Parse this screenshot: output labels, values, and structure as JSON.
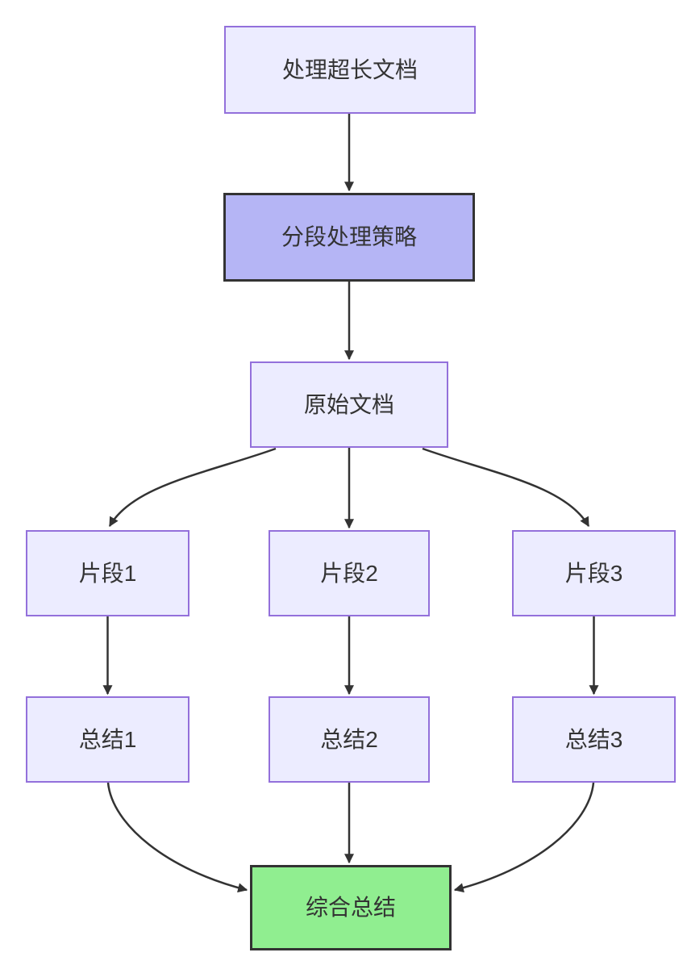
{
  "diagram": {
    "type": "flowchart",
    "direction": "top-down",
    "nodes": [
      {
        "id": "A",
        "label": "处理超长文档",
        "style": "default"
      },
      {
        "id": "B",
        "label": "分段处理策略",
        "style": "strategy"
      },
      {
        "id": "C",
        "label": "原始文档",
        "style": "default"
      },
      {
        "id": "D",
        "label": "片段1",
        "style": "default"
      },
      {
        "id": "E",
        "label": "片段2",
        "style": "default"
      },
      {
        "id": "F",
        "label": "片段3",
        "style": "default"
      },
      {
        "id": "G",
        "label": "总结1",
        "style": "default"
      },
      {
        "id": "H",
        "label": "总结2",
        "style": "default"
      },
      {
        "id": "I",
        "label": "总结3",
        "style": "default"
      },
      {
        "id": "J",
        "label": "综合总结",
        "style": "result"
      }
    ],
    "edges": [
      {
        "from": "处理超长文档",
        "to": "分段处理策略"
      },
      {
        "from": "分段处理策略",
        "to": "原始文档"
      },
      {
        "from": "原始文档",
        "to": "片段1"
      },
      {
        "from": "原始文档",
        "to": "片段2"
      },
      {
        "from": "原始文档",
        "to": "片段3"
      },
      {
        "from": "片段1",
        "to": "总结1"
      },
      {
        "from": "片段2",
        "to": "总结2"
      },
      {
        "from": "片段3",
        "to": "总结3"
      },
      {
        "from": "总结1",
        "to": "综合总结"
      },
      {
        "from": "总结2",
        "to": "综合总结"
      },
      {
        "from": "总结3",
        "to": "综合总结"
      }
    ]
  },
  "colors": {
    "canvas-bg": "#ffffff",
    "node-fill": "#ECECFF",
    "node-border": "#9370DB",
    "strategy-fill": "#b5b5f5",
    "result-fill": "#90EE90",
    "dark-border": "#333333",
    "edge-color": "#333333",
    "text-color": "#333333"
  }
}
